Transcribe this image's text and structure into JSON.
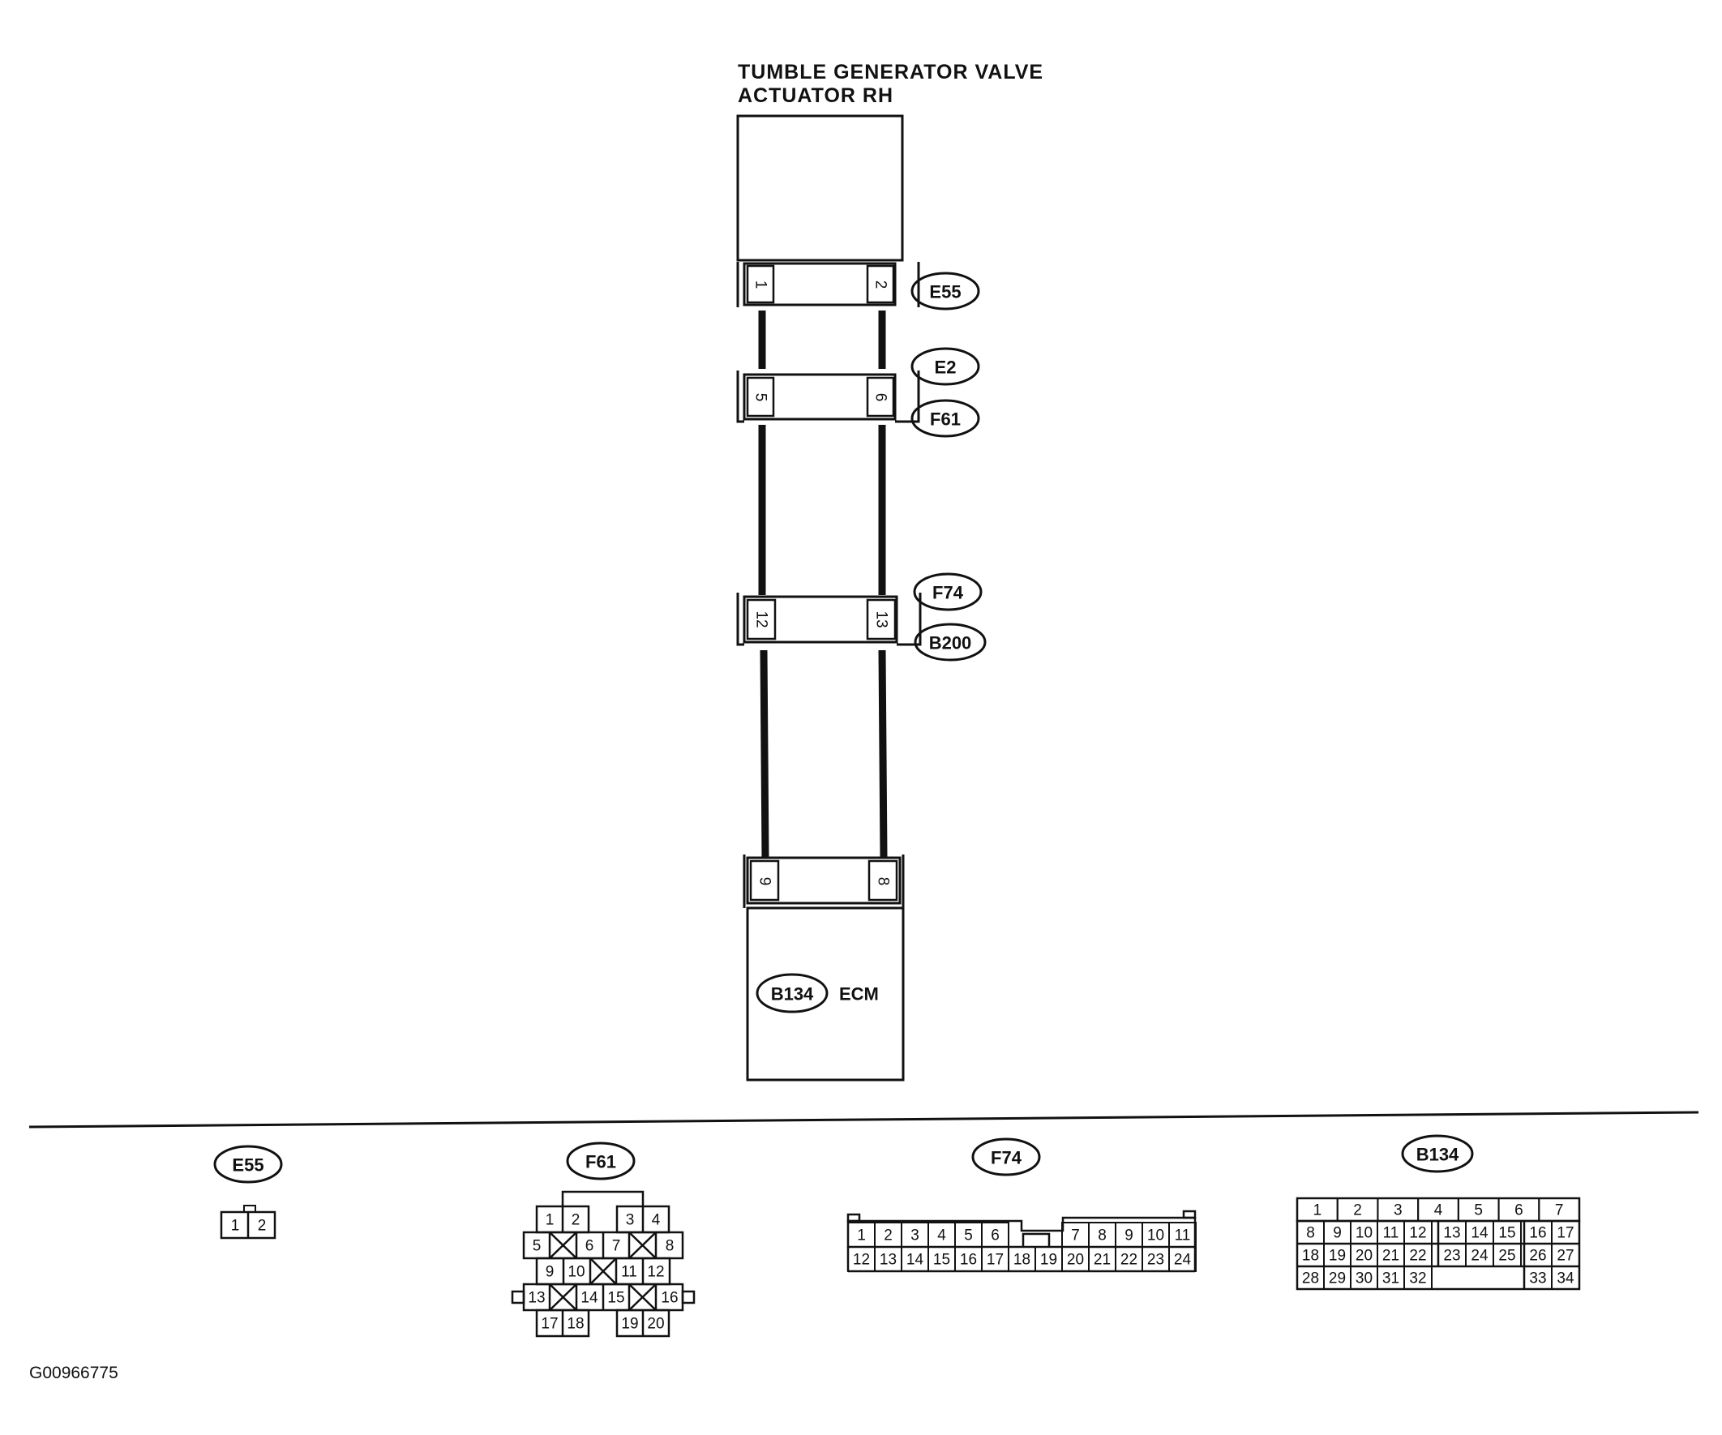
{
  "colors": {
    "ink": "#111111",
    "paper": "#ffffff"
  },
  "title_lines": [
    "TUMBLE GENERATOR VALVE",
    "ACTUATOR RH"
  ],
  "ecm": {
    "code": "B134",
    "name": "ECM"
  },
  "harness_connectors": [
    {
      "labels": [
        "E55"
      ],
      "left_pin": "1",
      "right_pin": "2"
    },
    {
      "labels": [
        "E2",
        "F61"
      ],
      "left_pin": "5",
      "right_pin": "6"
    },
    {
      "labels": [
        "F74",
        "B200"
      ],
      "left_pin": "12",
      "right_pin": "13"
    },
    {
      "labels": [],
      "left_pin": "9",
      "right_pin": "8"
    }
  ],
  "connector_faces": {
    "E55": {
      "label": "E55",
      "rows": [
        [
          "1",
          "2"
        ]
      ]
    },
    "F61": {
      "label": "F61",
      "rows": [
        [
          "1",
          "2",
          "",
          "3",
          "4"
        ],
        [
          "5",
          "X",
          "6",
          "7",
          "X",
          "8"
        ],
        [
          "9",
          "10",
          "X",
          "11",
          "12"
        ],
        [
          "13",
          "X",
          "14",
          "15",
          "X",
          "16"
        ],
        [
          "17",
          "18",
          "",
          "19",
          "20"
        ]
      ]
    },
    "F74": {
      "label": "F74",
      "rows": [
        [
          "1",
          "2",
          "3",
          "4",
          "5",
          "6",
          "",
          "",
          "7",
          "8",
          "9",
          "10",
          "11"
        ],
        [
          "12",
          "13",
          "14",
          "15",
          "16",
          "17",
          "18",
          "19",
          "20",
          "21",
          "22",
          "23",
          "24"
        ]
      ]
    },
    "B134": {
      "label": "B134",
      "rows": [
        [
          "1",
          "2",
          "3",
          "4",
          "5",
          "6",
          "7"
        ],
        [
          "8",
          "9",
          "10",
          "11",
          "12",
          "13",
          "14",
          "15",
          "16",
          "17"
        ],
        [
          "18",
          "19",
          "20",
          "21",
          "22",
          "23",
          "24",
          "25",
          "26",
          "27"
        ],
        [
          "28",
          "29",
          "30",
          "31",
          "32",
          "",
          "",
          "",
          "33",
          "34"
        ]
      ]
    }
  },
  "figure_code": "G00966775"
}
